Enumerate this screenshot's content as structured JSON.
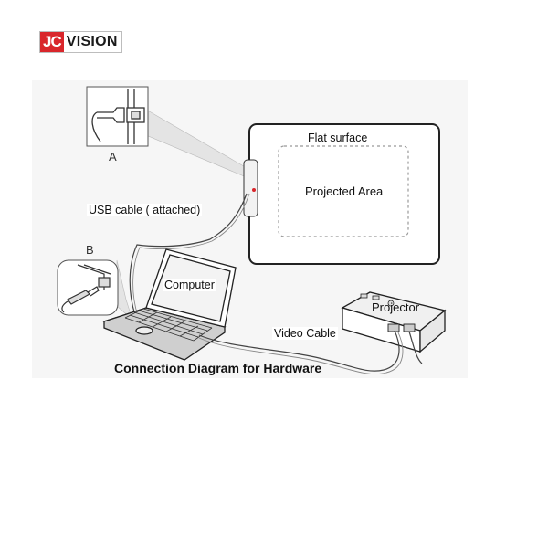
{
  "brand": {
    "logo_mark": "JC",
    "logo_word": "VISION",
    "accent": "#d9262b"
  },
  "labels": {
    "flat_surface": "Flat surface",
    "projected_area": "Projected Area",
    "usb_cable": "USB cable ( attached)",
    "callout_a": "A",
    "callout_b": "B",
    "computer": "Computer",
    "projector": "Projector",
    "video_cable": "Video Cable"
  },
  "caption": "Connection Diagram for Hardware"
}
